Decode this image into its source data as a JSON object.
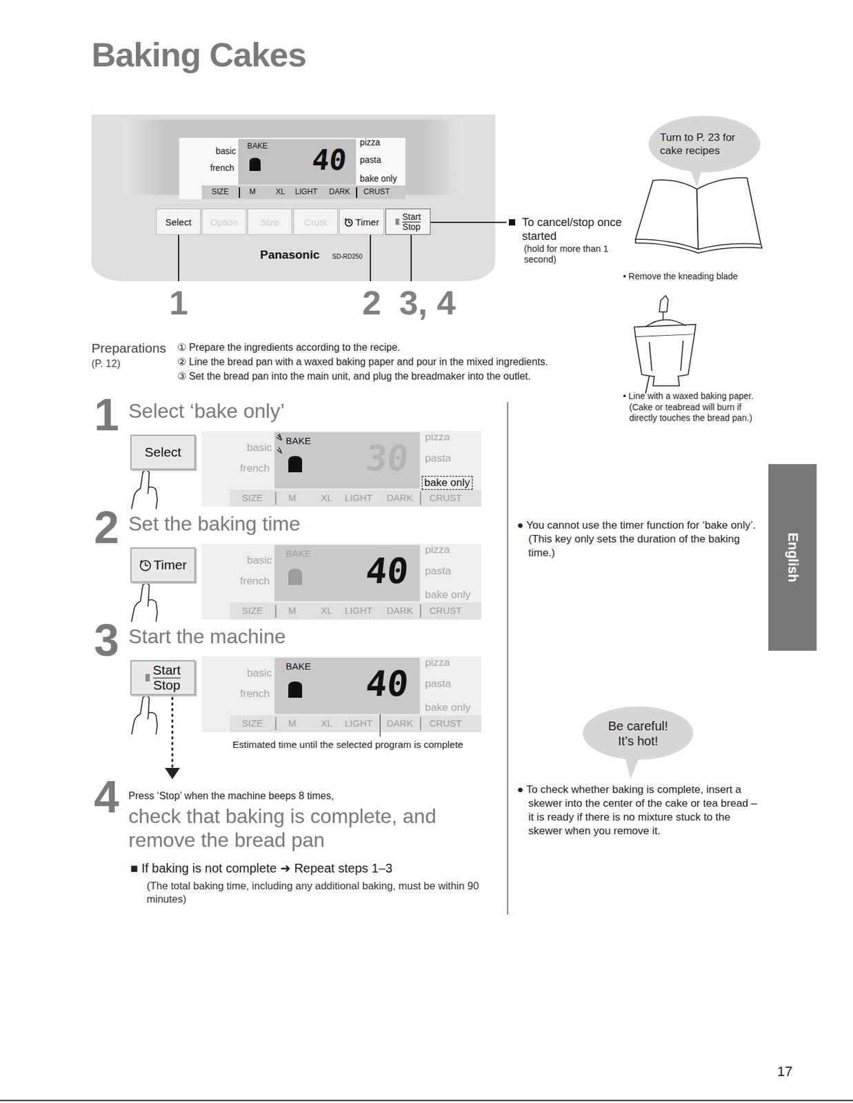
{
  "diagram": {
    "title": "Baking Cakes",
    "nodes": [
      {
        "text": [
          "Panasonic",
          "SD-RD250"
        ]
      },
      {
        "text": [
          "basic",
          "french",
          "pizza",
          "pasta",
          "bake only",
          "SIZE",
          "M",
          "XL",
          "LIGHT",
          "DARK",
          "CRUST"
        ],
        "in": 0
      },
      {
        "text": [
          "BAKE",
          "40"
        ],
        "in": 1
      },
      {
        "text": [
          "Select"
        ],
        "in": 0
      },
      {
        "text": [
          "Option"
        ],
        "in": 0
      },
      {
        "text": [
          "Size"
        ],
        "in": 0
      },
      {
        "text": [
          "Crust"
        ],
        "in": 0
      },
      {
        "text": [
          "Timer"
        ],
        "in": 0
      },
      {
        "text": [
          "Start",
          "Stop"
        ],
        "in": 0
      },
      {
        "text": [
          "Turn to P. 23 for cake recipes"
        ]
      },
      {
        "text": [
          "Select"
        ]
      },
      {
        "text": [
          "basic",
          "french",
          "pizza",
          "pasta",
          "bake only",
          "SIZE",
          "M",
          "XL",
          "LIGHT",
          "DARK",
          "CRUST"
        ]
      },
      {
        "text": [
          "BAKE",
          "30"
        ],
        "in": 11
      },
      {
        "text": [
          "Timer"
        ]
      },
      {
        "text": [
          "basic",
          "french",
          "pizza",
          "pasta",
          "bake only",
          "SIZE",
          "M",
          "XL",
          "LIGHT",
          "DARK",
          "CRUST"
        ]
      },
      {
        "text": [
          "BAKE",
          "40"
        ],
        "in": 14
      },
      {
        "text": [
          "Start",
          "Stop"
        ]
      },
      {
        "text": [
          "basic",
          "french",
          "pizza",
          "pasta",
          "bake only",
          "SIZE",
          "M",
          "XL",
          "LIGHT",
          "DARK",
          "CRUST"
        ]
      },
      {
        "text": [
          "BAKE",
          "40"
        ],
        "in": 17
      },
      {
        "text": [
          "Be careful! It’s hot!"
        ]
      },
      {
        "text": [
          "English"
        ]
      }
    ],
    "labels": [
      "1",
      "2",
      "3, 4",
      "To cancel/stop once started",
      "(hold for more than 1 second)",
      "• Remove the kneading blade",
      "• Line with a waxed baking paper.",
      "(Cake or teabread will burn if directly touches the bread pan.)",
      "Preparations",
      "(P. 12)",
      "① Prepare the ingredients according to the recipe.",
      "② Line the bread pan with a waxed baking paper and pour in the mixed ingredients.",
      "③ Set the bread pan into the main unit, and plug the breadmaker into the outlet.",
      "1",
      "Select ‘bake only’",
      "2",
      "Set the baking time",
      "3",
      "Start the machine",
      "Estimated time until the selected program is complete",
      "4",
      "Press ‘Stop’ when the machine beeps 8 times,",
      "check that baking is complete, and remove the bread pan",
      "■ If baking is not complete ➜ Repeat steps 1–3",
      "(The total baking time, including any additional baking, must be within 90 minutes)",
      "● You cannot use the timer function for ‘bake only’. (This key only sets the duration of the baking time.)",
      "● To check whether baking is complete, insert a skewer into the center of the cake or tea bread – it is ready if there is no mixture stuck to the skewer when you remove it.",
      "17"
    ]
  }
}
